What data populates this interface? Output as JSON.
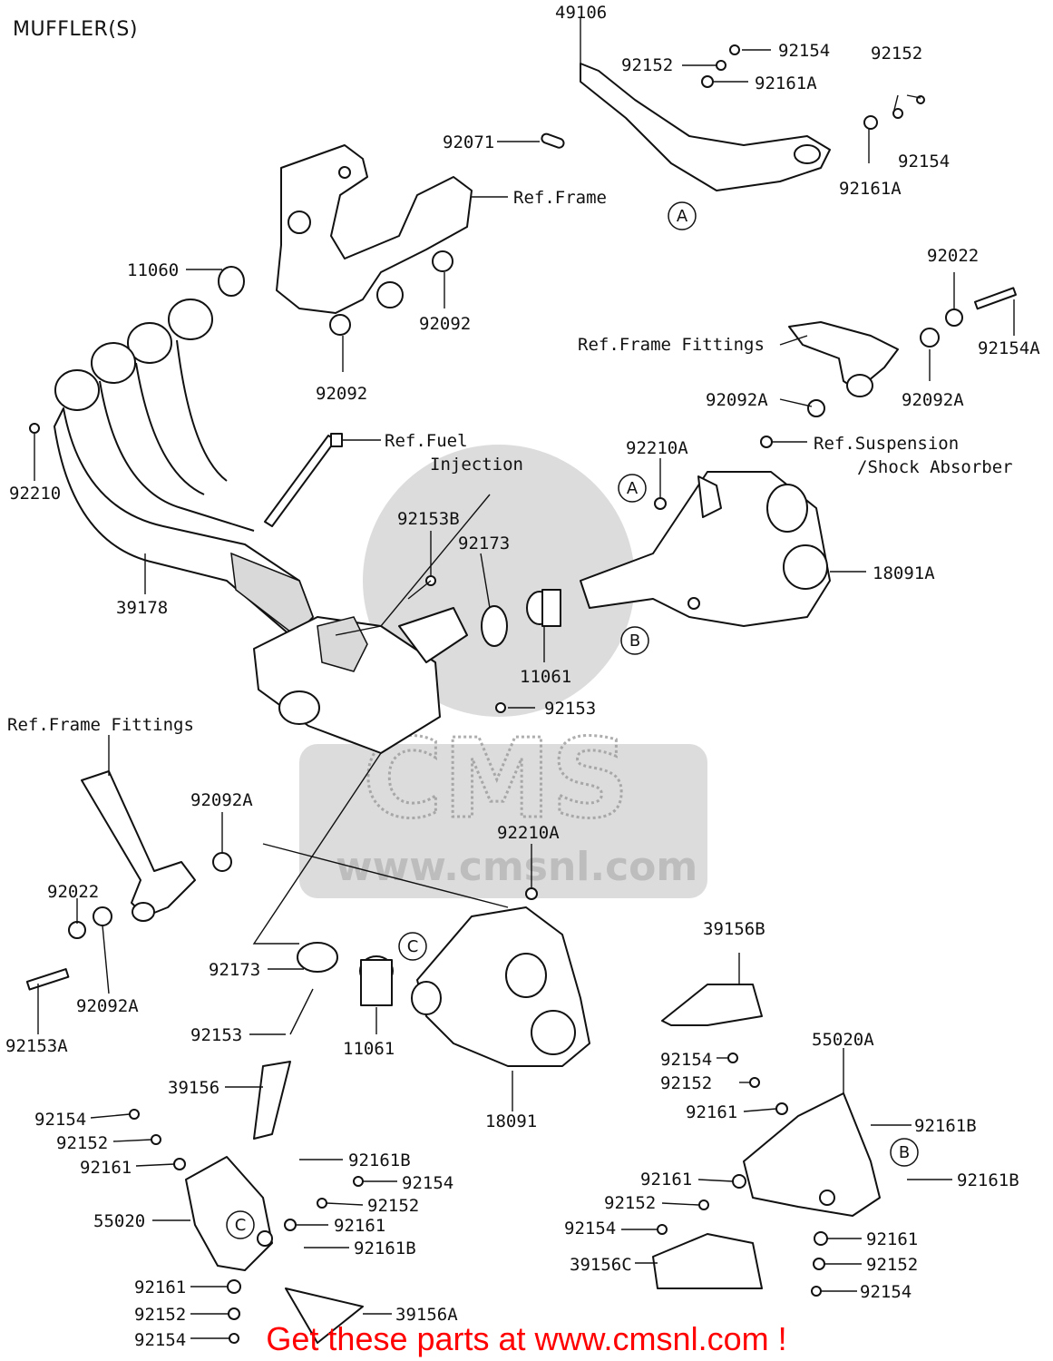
{
  "title": "MUFFLER(S)",
  "footer_promo": "Get these parts at www.cmsnl.com !",
  "watermark": {
    "text": "CMS",
    "url": "www.cmsnl.com"
  },
  "colors": {
    "promo": "#ff0000",
    "ink": "#111111",
    "watermark": "#bfbfbf"
  },
  "labels": [
    {
      "id": "l1",
      "text": "49106"
    },
    {
      "id": "l2",
      "text": "92154"
    },
    {
      "id": "l3",
      "text": "92152"
    },
    {
      "id": "l4",
      "text": "92152"
    },
    {
      "id": "l5",
      "text": "92161A"
    },
    {
      "id": "l6",
      "text": "92071"
    },
    {
      "id": "l7",
      "text": "92154"
    },
    {
      "id": "l8",
      "text": "92161A"
    },
    {
      "id": "l9",
      "text": "Ref.Frame"
    },
    {
      "id": "l10",
      "text": "11060"
    },
    {
      "id": "l11",
      "text": "92092"
    },
    {
      "id": "l12",
      "text": "92092"
    },
    {
      "id": "l13",
      "text": "92022"
    },
    {
      "id": "l14",
      "text": "92154A"
    },
    {
      "id": "l15",
      "text": "Ref.Frame Fittings"
    },
    {
      "id": "l16",
      "text": "92092A"
    },
    {
      "id": "l17",
      "text": "92092A"
    },
    {
      "id": "l18",
      "text": "92210"
    },
    {
      "id": "l19",
      "text": "Ref.Fuel"
    },
    {
      "id": "l20",
      "text": "Injection"
    },
    {
      "id": "l21",
      "text": "92210A"
    },
    {
      "id": "l22",
      "text": "Ref.Suspension"
    },
    {
      "id": "l23",
      "text": "/Shock Absorber"
    },
    {
      "id": "l24",
      "text": "92153B"
    },
    {
      "id": "l25",
      "text": "92173"
    },
    {
      "id": "l26",
      "text": "18091A"
    },
    {
      "id": "l27",
      "text": "39178"
    },
    {
      "id": "l28",
      "text": "11061"
    },
    {
      "id": "l29",
      "text": "92153"
    },
    {
      "id": "l30",
      "text": "Ref.Frame Fittings"
    },
    {
      "id": "l31",
      "text": "92092A"
    },
    {
      "id": "l32",
      "text": "92210A"
    },
    {
      "id": "l33",
      "text": "92022"
    },
    {
      "id": "l34",
      "text": "92092A"
    },
    {
      "id": "l35",
      "text": "92153A"
    },
    {
      "id": "l36",
      "text": "92173"
    },
    {
      "id": "l37",
      "text": "92153"
    },
    {
      "id": "l38",
      "text": "11061"
    },
    {
      "id": "l39",
      "text": "18091"
    },
    {
      "id": "l40",
      "text": "39156B"
    },
    {
      "id": "l41",
      "text": "55020A"
    },
    {
      "id": "l42",
      "text": "92154"
    },
    {
      "id": "l43",
      "text": "92152"
    },
    {
      "id": "l44",
      "text": "92161"
    },
    {
      "id": "l45",
      "text": "92161B"
    },
    {
      "id": "l46",
      "text": "39156"
    },
    {
      "id": "l47",
      "text": "92154"
    },
    {
      "id": "l48",
      "text": "92152"
    },
    {
      "id": "l49",
      "text": "92161"
    },
    {
      "id": "l50",
      "text": "92161B"
    },
    {
      "id": "l51",
      "text": "92154"
    },
    {
      "id": "l52",
      "text": "92152"
    },
    {
      "id": "l53",
      "text": "92161"
    },
    {
      "id": "l54",
      "text": "55020"
    },
    {
      "id": "l55",
      "text": "92161B"
    },
    {
      "id": "l56",
      "text": "92161"
    },
    {
      "id": "l57",
      "text": "92152"
    },
    {
      "id": "l58",
      "text": "92154"
    },
    {
      "id": "l59",
      "text": "92161B"
    },
    {
      "id": "l60",
      "text": "92161"
    },
    {
      "id": "l61",
      "text": "92152"
    },
    {
      "id": "l62",
      "text": "92154"
    },
    {
      "id": "l63",
      "text": "39156C"
    },
    {
      "id": "l64",
      "text": "92161"
    },
    {
      "id": "l65",
      "text": "92152"
    },
    {
      "id": "l66",
      "text": "92154"
    },
    {
      "id": "l67",
      "text": "39156A"
    }
  ],
  "reference_markers": [
    {
      "id": "m1",
      "letter": "A"
    },
    {
      "id": "m2",
      "letter": "A"
    },
    {
      "id": "m3",
      "letter": "B"
    },
    {
      "id": "m4",
      "letter": "C"
    },
    {
      "id": "m5",
      "letter": "C"
    },
    {
      "id": "m6",
      "letter": "B"
    }
  ]
}
